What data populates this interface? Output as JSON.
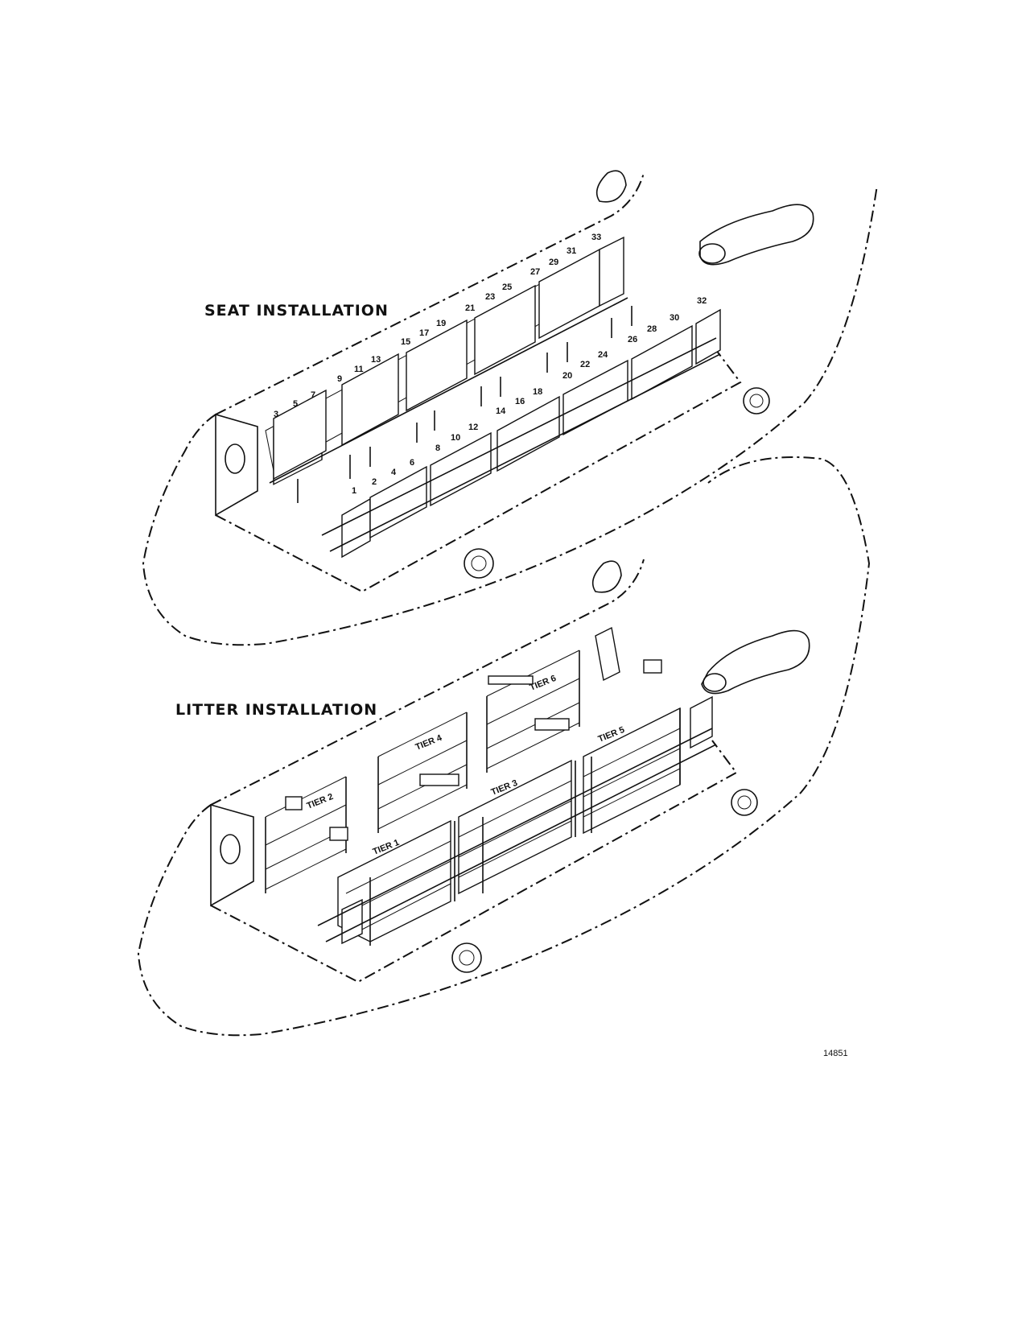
{
  "headings": {
    "seat": "SEAT INSTALLATION",
    "litter": "LITTER INSTALLATION"
  },
  "seat_numbers": [
    "1",
    "2",
    "3",
    "4",
    "5",
    "6",
    "7",
    "8",
    "9",
    "10",
    "11",
    "12",
    "13",
    "14",
    "15",
    "16",
    "17",
    "18",
    "19",
    "20",
    "21",
    "22",
    "23",
    "24",
    "25",
    "26",
    "27",
    "28",
    "29",
    "30",
    "31",
    "32",
    "33"
  ],
  "tiers": [
    "TIER 1",
    "TIER 2",
    "TIER 3",
    "TIER 4",
    "TIER 5",
    "TIER 6"
  ],
  "figure_number": "14851"
}
